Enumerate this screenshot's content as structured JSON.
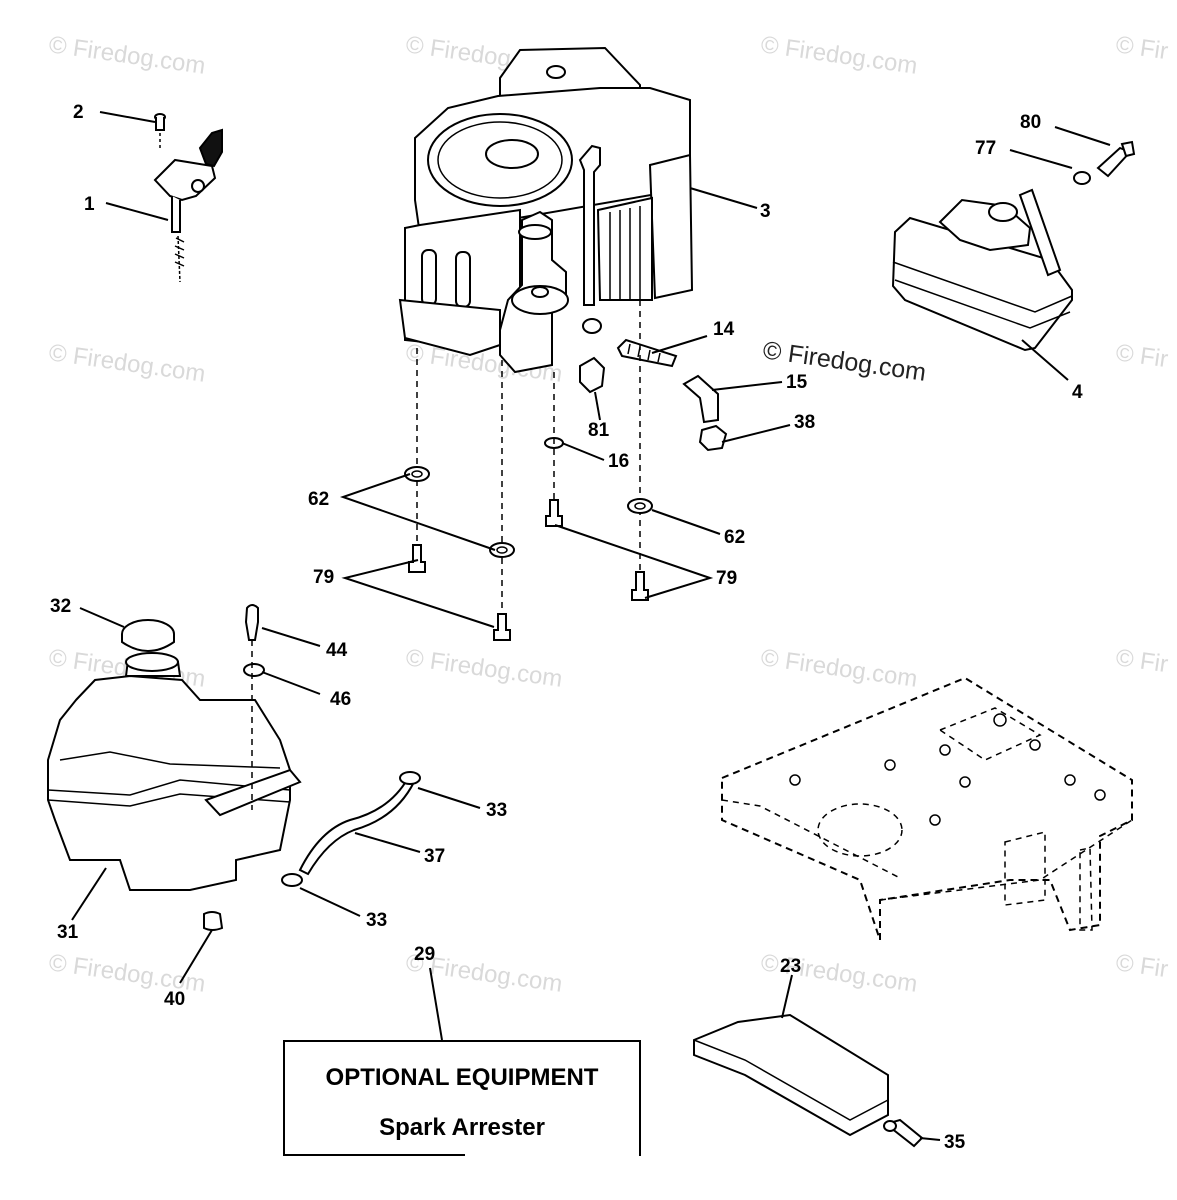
{
  "watermarks": {
    "short": "© Firedog.com",
    "clipped": "© Fir",
    "center": "© Firedog.com"
  },
  "callouts": {
    "c1": "1",
    "c2": "2",
    "c3": "3",
    "c4": "4",
    "c14": "14",
    "c15": "15",
    "c16": "16",
    "c23": "23",
    "c29": "29",
    "c31": "31",
    "c32": "32",
    "c33a": "33",
    "c33b": "33",
    "c35": "35",
    "c37": "37",
    "c38": "38",
    "c40": "40",
    "c44": "44",
    "c46": "46",
    "c62a": "62",
    "c62b": "62",
    "c77": "77",
    "c79a": "79",
    "c79b": "79",
    "c80": "80",
    "c81": "81"
  },
  "optional_box": {
    "title": "OPTIONAL EQUIPMENT",
    "subtitle": "Spark Arrester"
  }
}
